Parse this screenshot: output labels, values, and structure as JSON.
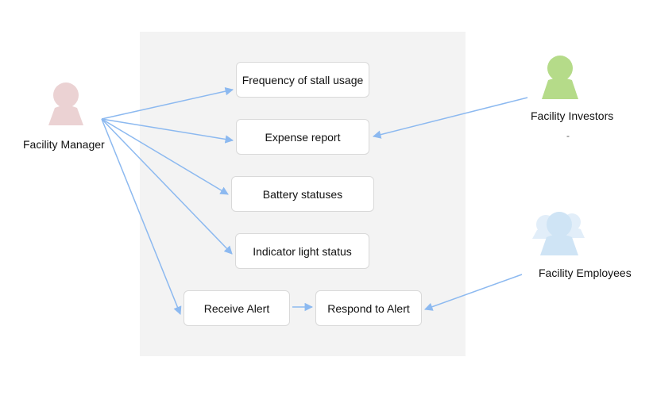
{
  "actors": {
    "manager": {
      "label": "Facility Manager",
      "color": "#ebd2d3"
    },
    "investors": {
      "label": "Facility Investors",
      "note": "-",
      "color": "#b5db89"
    },
    "employees": {
      "label": "Facility Employees",
      "color": "#cfe4f5"
    }
  },
  "use_cases": {
    "stall_usage": "Frequency of stall usage",
    "expense_report": "Expense report",
    "battery_statuses": "Battery statuses",
    "indicator_light": "Indicator light status",
    "receive_alert": "Receive Alert",
    "respond_alert": "Respond to Alert"
  },
  "colors": {
    "arrow": "#8cb9f0",
    "boundary": "#f3f3f3"
  }
}
